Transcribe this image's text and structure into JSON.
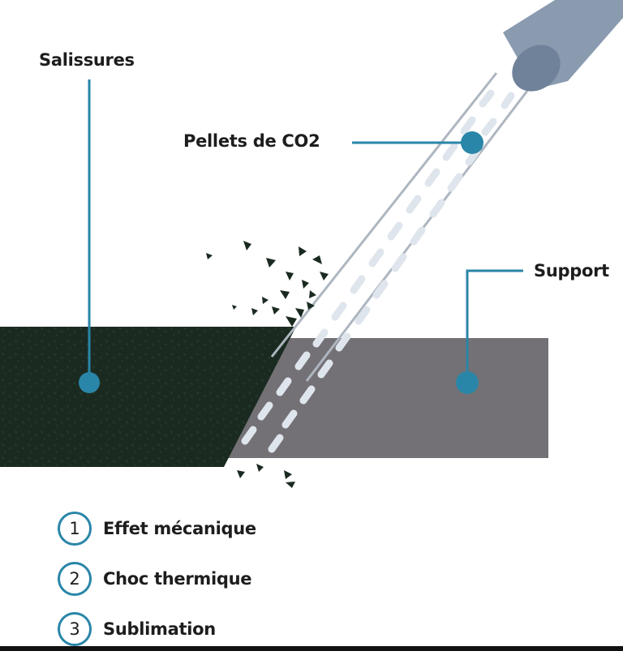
{
  "labels": {
    "dirt": "Salissures",
    "pellets": "Pellets de CO2",
    "substrate": "Support"
  },
  "steps": [
    {
      "number": "1",
      "text": "Effet mécanique"
    },
    {
      "number": "2",
      "text": "Choc thermique"
    },
    {
      "number": "3",
      "text": "Sublimation"
    }
  ],
  "colors": {
    "dirt": "#1b2a20",
    "substrate": "#737176",
    "nozzle": "#8a9bb0",
    "accent": "#2a86a8",
    "pellet": "#e6eaf0"
  },
  "icons": [
    "nozzle-icon",
    "pellet-stream-icon",
    "debris-icon"
  ]
}
